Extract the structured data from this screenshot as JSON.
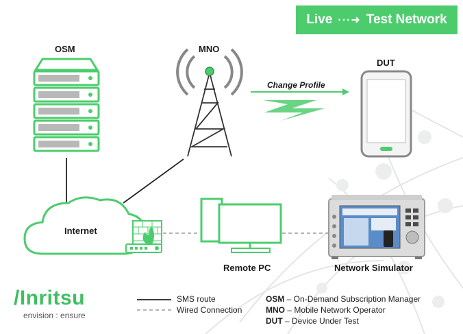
{
  "banner": {
    "left": "Live",
    "arrow": "···➜",
    "right": "Test Network"
  },
  "nodes": {
    "osm": "OSM",
    "mno": "MNO",
    "dut": "DUT",
    "internet": "Internet",
    "remote_pc": "Remote PC",
    "network_simulator": "Network Simulator"
  },
  "change_profile": "Change Profile",
  "brand": {
    "name": "/Inritsu",
    "tagline": "envision : ensure"
  },
  "legend": {
    "sms": "SMS route",
    "wired": "Wired Connection"
  },
  "abbreviations": [
    {
      "abbr": "OSM",
      "text": " – On-Demand Subscription Manager"
    },
    {
      "abbr": "MNO",
      "text": " – Mobile Network Operator"
    },
    {
      "abbr": "DUT",
      "text": " – Device Under Test"
    }
  ],
  "colors": {
    "accent": "#4dcc6e",
    "line": "#222222",
    "dashed": "#aaaaaa"
  }
}
